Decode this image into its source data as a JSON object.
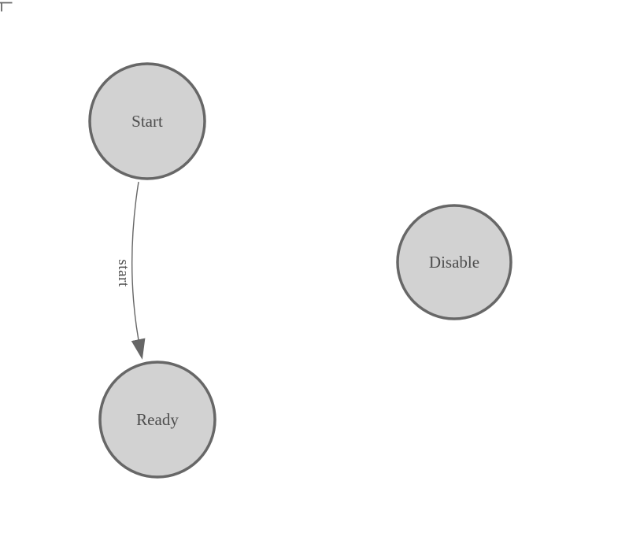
{
  "diagram": {
    "type": "state-diagram",
    "colors": {
      "background": "#ffffff",
      "node_fill": "#d2d2d2",
      "node_stroke": "#676767",
      "node_text": "#4d4d4d",
      "edge_stroke": "#666666",
      "edge_arrow_fill": "#666666",
      "edge_label_text": "#4d4d4d",
      "corner_mark": "#666666"
    },
    "nodes": [
      {
        "id": "start",
        "label": "Start"
      },
      {
        "id": "ready",
        "label": "Ready"
      },
      {
        "id": "disable",
        "label": "Disable"
      }
    ],
    "edges": [
      {
        "from": "start",
        "to": "ready",
        "label": "start"
      }
    ]
  }
}
